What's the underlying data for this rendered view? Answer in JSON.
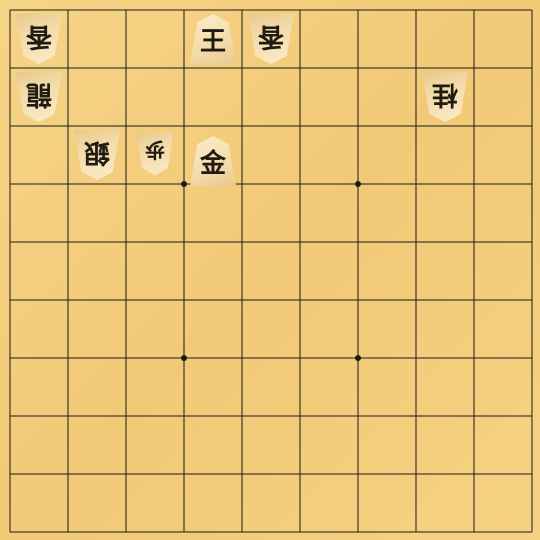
{
  "board": {
    "files": 9,
    "ranks": 9,
    "star_points": [
      [
        3,
        3
      ],
      [
        6,
        3
      ],
      [
        3,
        6
      ],
      [
        6,
        6
      ]
    ],
    "line_color": "#1a1a1a",
    "wood_color": "#f3cd7c"
  },
  "pieces": [
    {
      "name": "lance-gote-col0",
      "label": "香",
      "owner": "gote",
      "col": 0,
      "row": 0
    },
    {
      "name": "king-sente",
      "label": "王",
      "owner": "sente",
      "col": 3,
      "row": 0
    },
    {
      "name": "lance-gote-col4",
      "label": "香",
      "owner": "gote",
      "col": 4,
      "row": 0
    },
    {
      "name": "dragon-gote",
      "label": "龍",
      "owner": "gote",
      "col": 0,
      "row": 1
    },
    {
      "name": "knight-gote",
      "label": "桂",
      "owner": "gote",
      "col": 7,
      "row": 1
    },
    {
      "name": "silver-gote",
      "label": "銀",
      "owner": "gote",
      "col": 1,
      "row": 2
    },
    {
      "name": "pawn-gote",
      "label": "歩",
      "owner": "gote",
      "col": 2,
      "row": 2,
      "small": true
    },
    {
      "name": "gold-sente",
      "label": "金",
      "owner": "sente",
      "col": 3,
      "row": 2
    }
  ]
}
